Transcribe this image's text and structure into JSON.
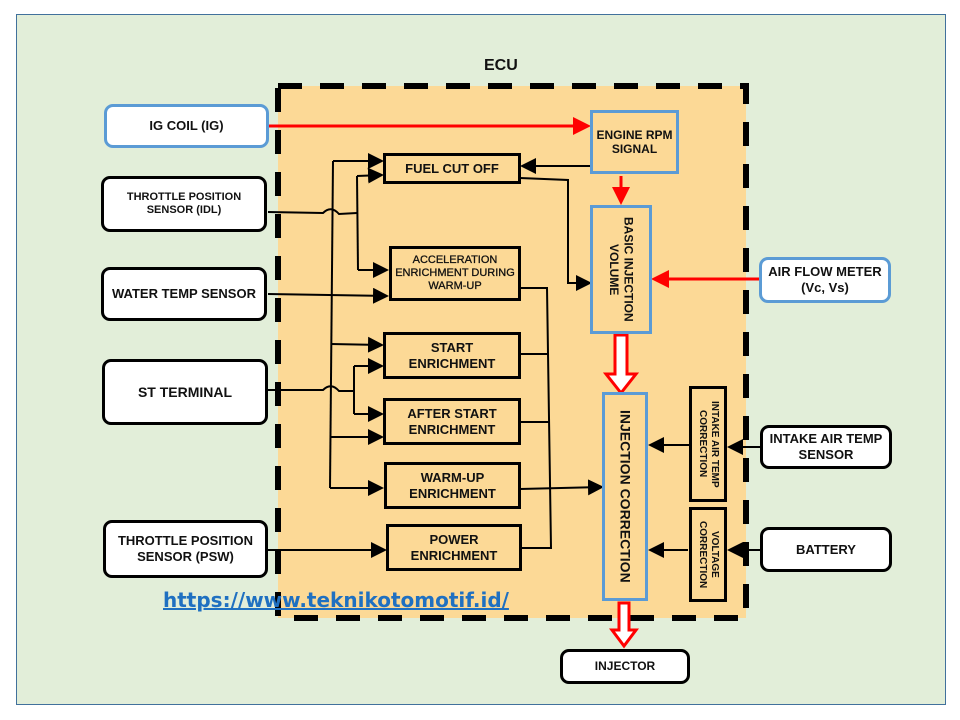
{
  "diagram": {
    "title": "ECU",
    "url": "https://www.teknikotomotif.id/",
    "colors": {
      "background": "#e2eed9",
      "ecu_fill": "#fcd996",
      "accent_blue": "#5b9bd5",
      "signal_red": "#ff0000",
      "link_blue": "#1f70c1"
    },
    "inputs": {
      "ig_coil": "IG COIL  (IG)",
      "tps_idl": "THROTTLE  POSITION SENSOR  (IDL)",
      "water_temp": "WATER  TEMP SENSOR",
      "st_terminal": "ST TERMINAL",
      "tps_psw": "THROTTLE POSITION SENSOR (PSW)",
      "air_flow": "AIR FLOW METER (Vc, Vs)",
      "intake_air": "INTAKE AIR TEMP SENSOR",
      "battery": "BATTERY"
    },
    "ecu_blocks": {
      "engine_rpm": "ENGINE RPM SIGNAL",
      "fuel_cut": "FUEL CUT OFF",
      "accel_enrich": "ACCELERATION ENRICHMENT DURING  WARM-UP",
      "start_enrich": "START ENRICHMENT",
      "after_start": "AFTER START ENRICHMENT",
      "warmup_enrich": "WARM-UP ENRICHMENT",
      "power_enrich": "POWER ENRICHMENT",
      "basic_injection": "BASIC INJECTION VOLUME",
      "injection_correction": "INJECTION CORRECTION",
      "intake_air_correction": "INTAKE AIR TEMP CORRECTION",
      "voltage_correction": "VOLTAGE CORRECTION"
    },
    "output": {
      "injector": "INJECTOR"
    }
  }
}
